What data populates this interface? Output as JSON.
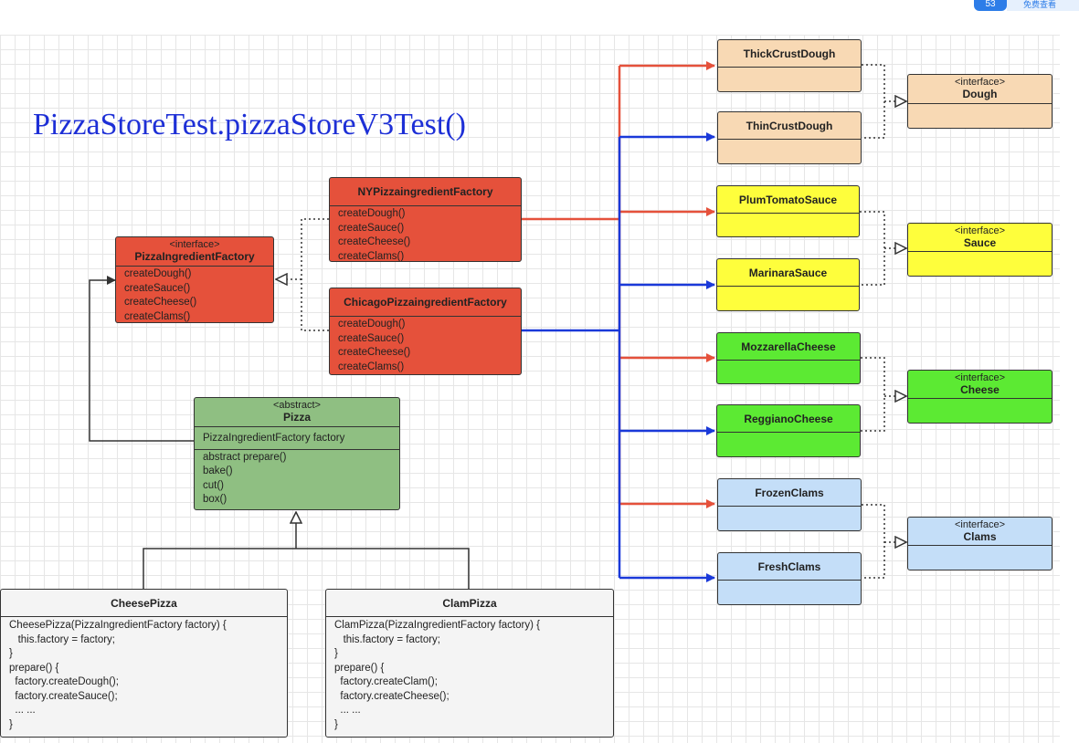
{
  "header": {
    "badge_text": "53",
    "badge_side_text": "免费查看"
  },
  "title": "PizzaStoreTest.pizzaStoreV3Test()",
  "factories": {
    "interface": {
      "stereotype": "<interface>",
      "name": "PizzaIngredientFactory",
      "methods": [
        "createDough()",
        "createSauce()",
        "createCheese()",
        "createClams()"
      ]
    },
    "ny": {
      "name": "NYPizzaingredientFactory",
      "methods": [
        "createDough()",
        "createSauce()",
        "createCheese()",
        "createClams()"
      ]
    },
    "chicago": {
      "name": "ChicagoPizzaingredientFactory",
      "methods": [
        "createDough()",
        "createSauce()",
        "createCheese()",
        "createClams()"
      ]
    }
  },
  "pizza": {
    "stereotype": "<abstract>",
    "name": "Pizza",
    "field": "PizzaIngredientFactory factory",
    "methods": [
      "abstract prepare()",
      "bake()",
      "cut()",
      "box()"
    ]
  },
  "cheese_pizza": {
    "name": "CheesePizza",
    "body": [
      "CheesePizza(PizzaIngredientFactory factory) {",
      "   this.factory = factory;",
      "}",
      "prepare() {",
      "  factory.createDough();",
      "  factory.createSauce();",
      "  ... ...",
      "}"
    ]
  },
  "clam_pizza": {
    "name": "ClamPizza",
    "body": [
      "ClamPizza(PizzaIngredientFactory factory) {",
      "   this.factory = factory;",
      "}",
      "prepare() {",
      "  factory.createClam();",
      "  factory.createCheese();",
      "  ... ...",
      "}"
    ]
  },
  "products": {
    "thick_crust": "ThickCrustDough",
    "thin_crust": "ThinCrustDough",
    "plum_tomato": "PlumTomatoSauce",
    "marinara": "MarinaraSauce",
    "mozzarella": "MozzarellaCheese",
    "reggiano": "ReggianoCheese",
    "frozen_clams": "FrozenClams",
    "fresh_clams": "FreshClams"
  },
  "interfaces": {
    "stereotype": "<interface>",
    "dough": "Dough",
    "sauce": "Sauce",
    "cheese": "Cheese",
    "clams": "Clams"
  },
  "colors": {
    "ny_arrow": "#e5513b",
    "chicago_arrow": "#1a39d9",
    "title": "#1d2fd6",
    "factory_fill": "#e5513b",
    "pizza_fill": "#8fbf82",
    "dough_fill": "#f8d9b4",
    "sauce_fill": "#fefe3c",
    "cheese_fill": "#5cea33",
    "clams_fill": "#c4def8"
  }
}
